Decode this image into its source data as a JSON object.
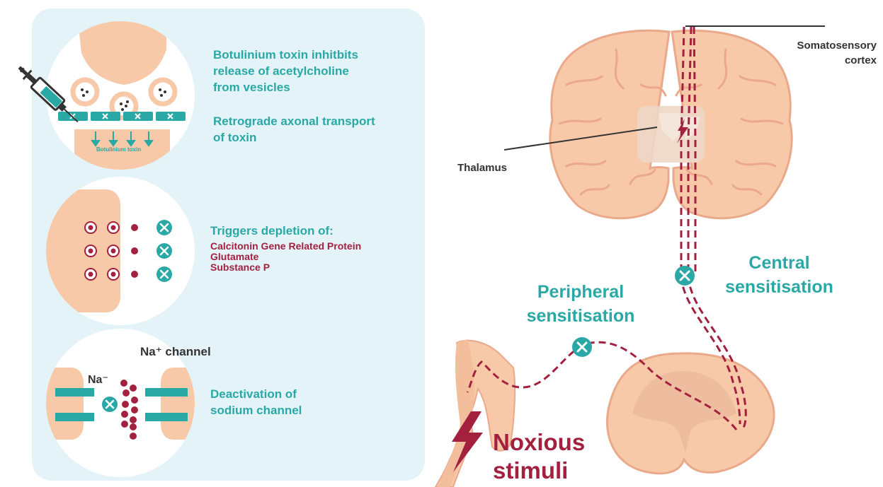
{
  "panel1": {
    "text_line1": "Botulinium toxin inhitbits",
    "text_line2": "release of acetylcholine",
    "text_line3": "from vesicles",
    "transport_line1": "Retrograde axonal transport",
    "transport_line2": "of toxin",
    "toxin_label": "Botulinium toxin"
  },
  "panel2": {
    "heading": "Triggers depletion of:",
    "items": [
      "Calcitonin Gene Related Protein",
      "Glutamate",
      "Substance P"
    ]
  },
  "panel3": {
    "channel_label": "Na⁺ channel",
    "ion_label": "Na⁻",
    "text_line1": "Deactivation of",
    "text_line2": "sodium channel"
  },
  "brain": {
    "cortex_line1": "Somatosensory",
    "cortex_line2": "cortex",
    "thalamus": "Thalamus"
  },
  "labels": {
    "central_line1": "Central",
    "central_line2": "sensitisation",
    "peripheral_line1": "Peripheral",
    "peripheral_line2": "sensitisation",
    "noxious_line1": "Noxious",
    "noxious_line2": "stimuli"
  },
  "colors": {
    "panel_bg": "#e3f3f8",
    "teal": "#2aa8a6",
    "maroon": "#a3213f",
    "skin": "#f7c9a8",
    "skin_dark": "#e9a98a"
  }
}
